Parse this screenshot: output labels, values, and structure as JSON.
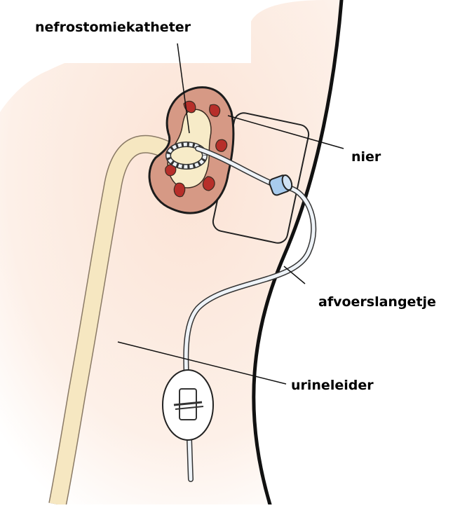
{
  "labels": {
    "catheter": "nefrostomiekatheter",
    "kidney": "nier",
    "drain_tube": "afvoerslangetje",
    "ureter": "urineleider"
  },
  "colors": {
    "skin": "#fbe5d9",
    "kidney": "#d69985",
    "kidney_calyx": "#b72f2a",
    "ureter": "#f6e7c1",
    "tube": "#eef3f8",
    "connector": "#a8cbed",
    "outline": "#000000"
  }
}
